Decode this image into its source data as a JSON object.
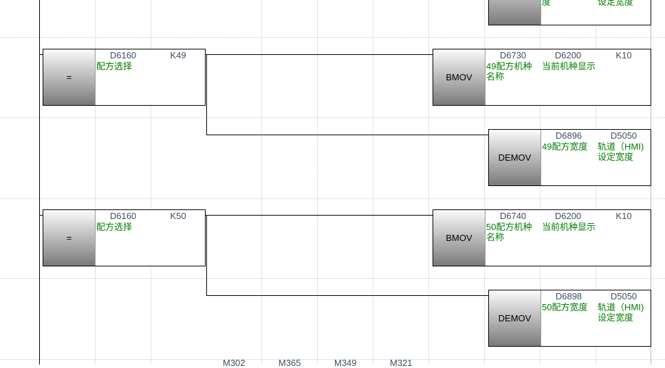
{
  "top_partial": {
    "comment1": "度",
    "comment2": "设定宽度"
  },
  "rungs": [
    {
      "compare": {
        "op": "=",
        "operand1": "D6160",
        "operand1_comment": "配方选择",
        "operand2": "K49"
      },
      "bmov": {
        "op": "BMOV",
        "src": "D6730",
        "src_comment": "49配方机种名称",
        "dst": "D6200",
        "dst_comment": "当前机种显示",
        "n": "K10"
      },
      "demov": {
        "op": "DEMOV",
        "src": "D6896",
        "src_comment": "49配方宽度",
        "dst": "D5050",
        "dst_comment": "轨道（HMI)设定宽度"
      }
    },
    {
      "compare": {
        "op": "=",
        "operand1": "D6160",
        "operand1_comment": "配方选择",
        "operand2": "K50"
      },
      "bmov": {
        "op": "BMOV",
        "src": "D6740",
        "src_comment": "50配方机种名称",
        "dst": "D6200",
        "dst_comment": "当前机种显示",
        "n": "K10"
      },
      "demov": {
        "op": "DEMOV",
        "src": "D6898",
        "src_comment": "50配方宽度",
        "dst": "D5050",
        "dst_comment": "轨道（HMI)设定宽度"
      }
    }
  ],
  "next_rung_contacts": [
    "M302",
    "M365",
    "M349",
    "M321"
  ]
}
